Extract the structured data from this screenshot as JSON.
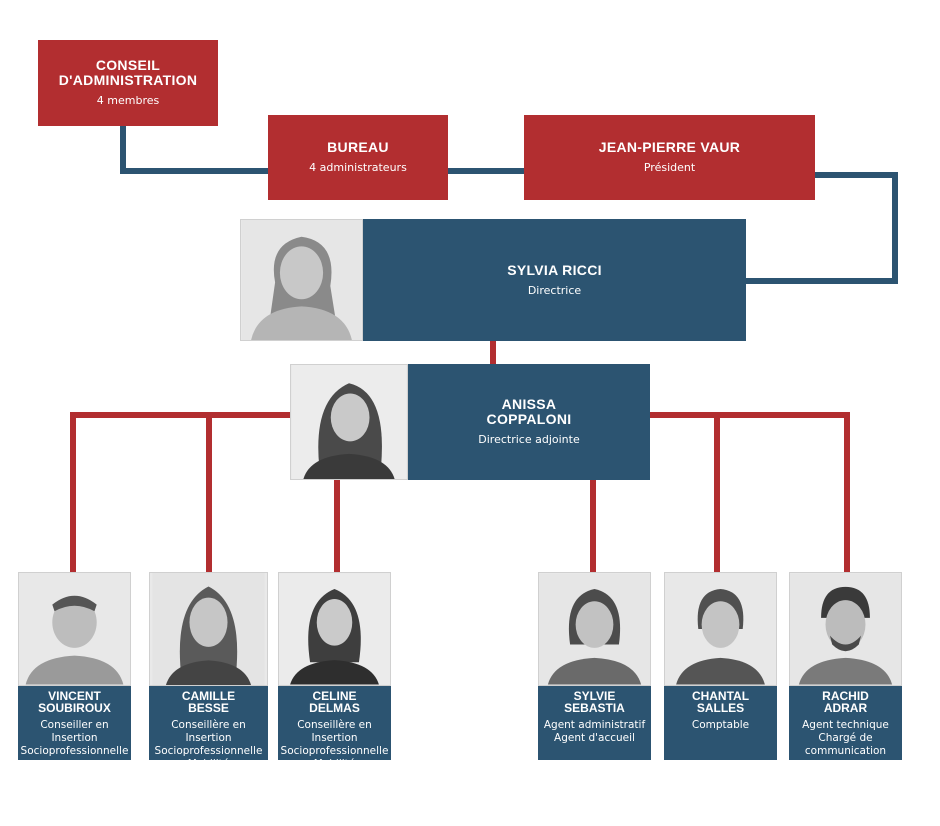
{
  "top": {
    "conseil": {
      "name": "CONSEIL\nD'ADMINISTRATION",
      "role": "4 membres"
    },
    "bureau": {
      "name": "BUREAU",
      "role": "4 administrateurs"
    },
    "president": {
      "name": "JEAN-PIERRE VAUR",
      "role": "Président"
    }
  },
  "direction": {
    "director": {
      "name": "SYLVIA RICCI",
      "role": "Directrice"
    },
    "deputy": {
      "name": "ANISSA\nCOPPALONI",
      "role": "Directrice adjointe"
    }
  },
  "staff": [
    {
      "name": "VINCENT\nSOUBIROUX",
      "role": "Conseiller en Insertion\nSocioprofessionnelle"
    },
    {
      "name": "CAMILLE\nBESSE",
      "role": "Conseillère en Insertion\nSocioprofessionnelle\nMobilité"
    },
    {
      "name": "CELINE\nDELMAS",
      "role": "Conseillère en Insertion\nSocioprofessionnelle\nMobilité"
    },
    {
      "name": "SYLVIE\nSEBASTIA",
      "role": "Agent administratif\nAgent d'accueil"
    },
    {
      "name": "CHANTAL\nSALLES",
      "role": "Comptable"
    },
    {
      "name": "RACHID\nADRAR",
      "role": "Agent technique\nChargé de\ncommunication"
    }
  ],
  "colors": {
    "red": "#b22e30",
    "blue": "#2c5471"
  },
  "icons": {
    "photo": "person-photo-icon"
  }
}
